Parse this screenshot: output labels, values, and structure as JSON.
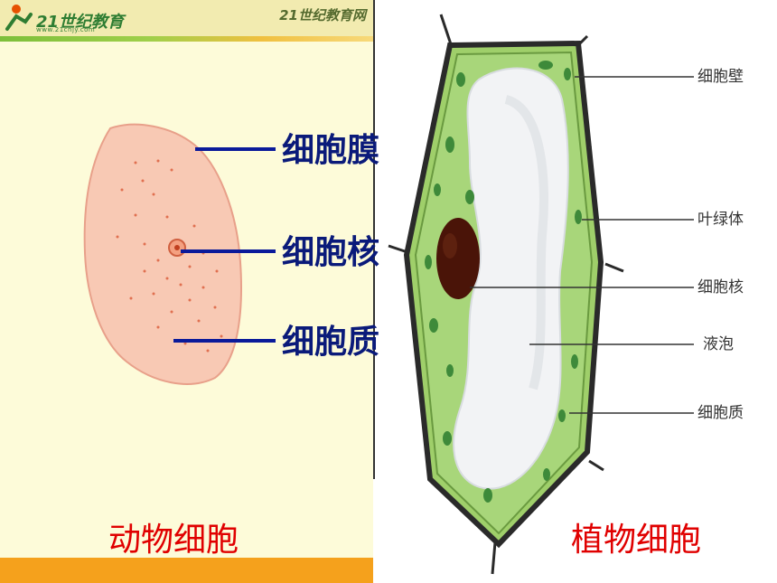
{
  "header": {
    "logo_text": "21世纪教育",
    "logo_url": "www.21cnjy.com",
    "site_name": "21世纪教育网"
  },
  "animal_cell": {
    "labels": [
      "细胞膜",
      "细胞核",
      "细胞质"
    ],
    "caption": "动物细胞"
  },
  "plant_cell": {
    "labels": [
      "细胞壁",
      "叶绿体",
      "细胞核",
      "液泡",
      "细胞质"
    ],
    "caption": "植物细胞"
  },
  "colors": {
    "left_bg": "#fdfbd9",
    "animal_cell_fill": "#f8c9b4",
    "label_blue": "#0a1a7a",
    "caption_red": "#e00000",
    "plant_green": "#9fcf6a",
    "vacuole": "#f2f3f5",
    "nucleus": "#4a1408"
  }
}
